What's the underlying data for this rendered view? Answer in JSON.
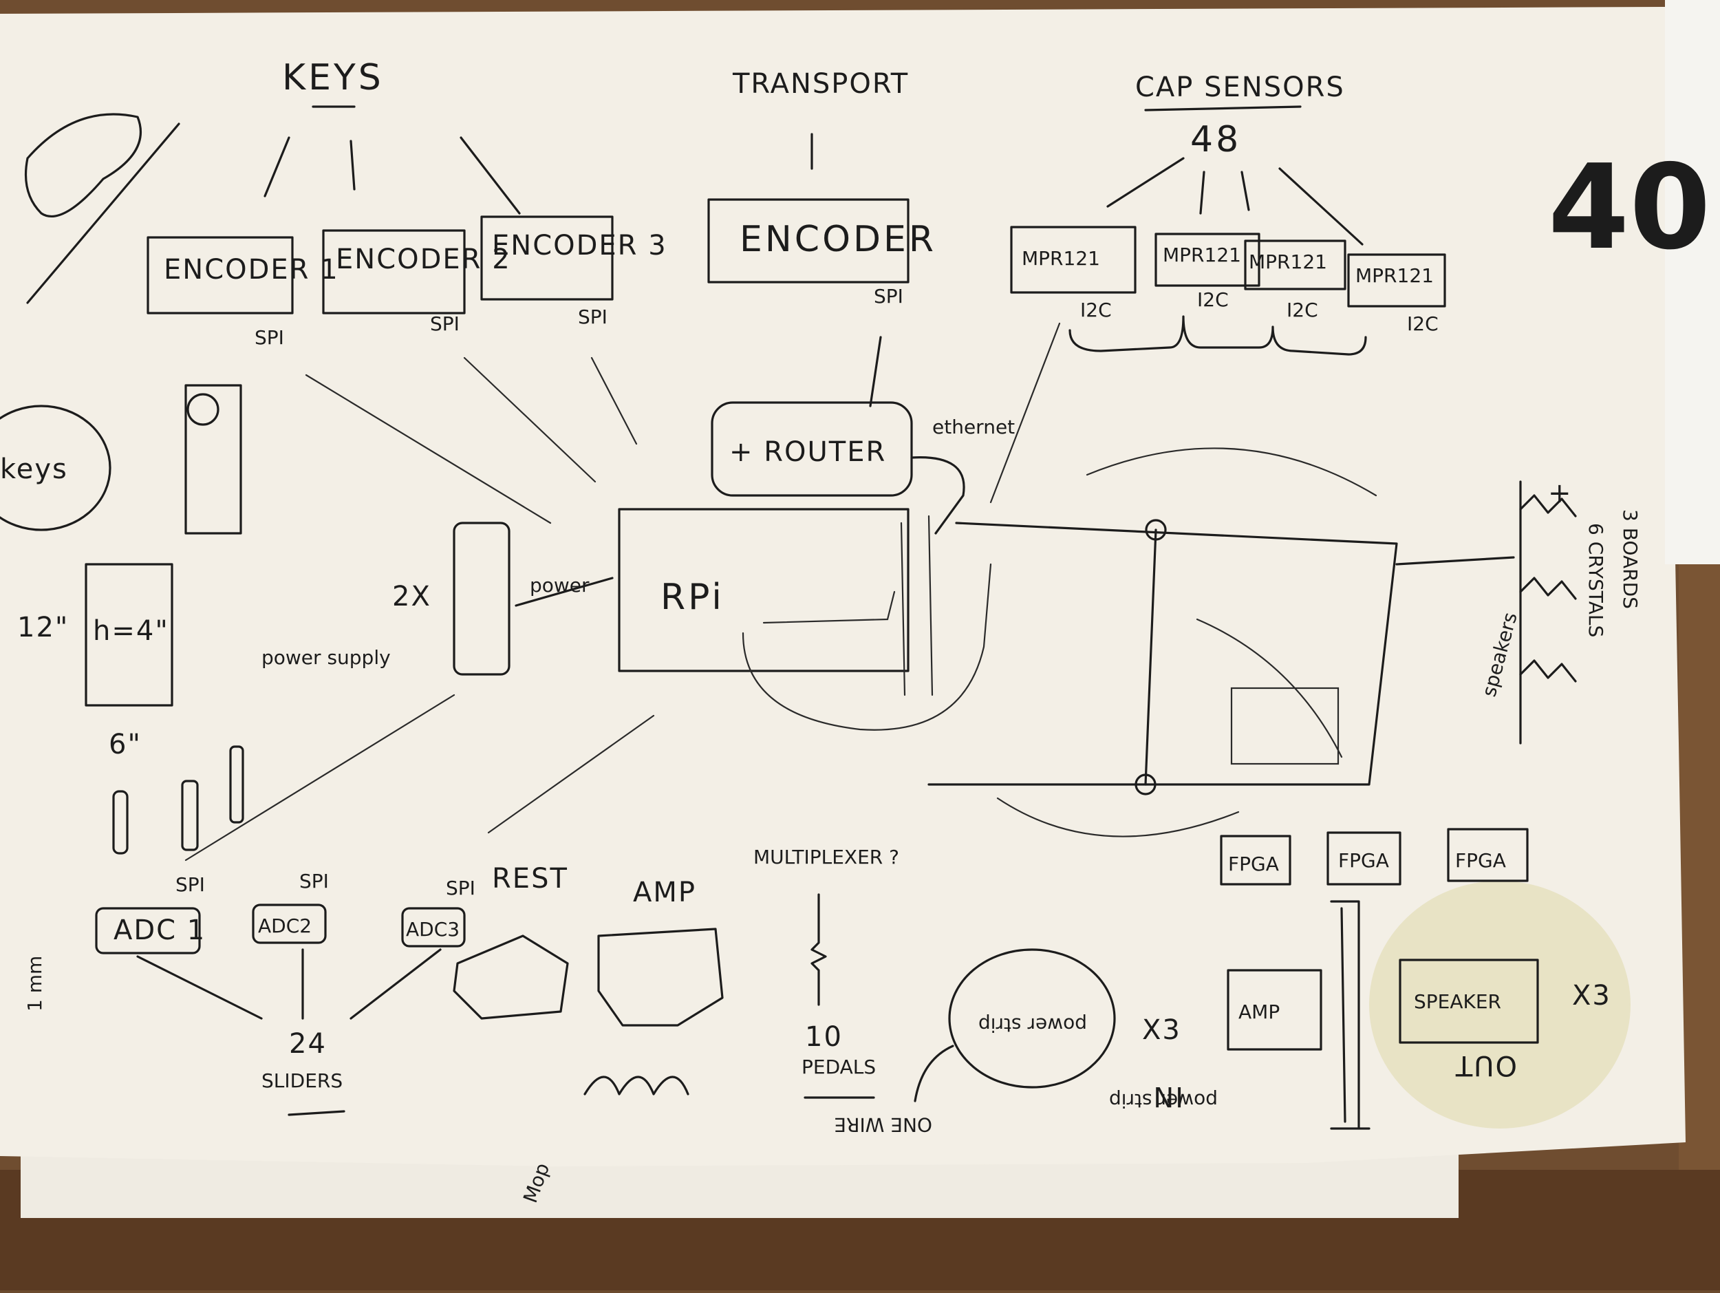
{
  "headers": {
    "keys": "KEYS",
    "transport": "TRANSPORT",
    "cap_sensors": "CAP SENSORS",
    "cap_count": "48"
  },
  "encoders": {
    "e1": "ENCODER 1",
    "e2": "ENCODER 2",
    "e3": "ENCODER 3",
    "transport": "ENCODER",
    "spi1": "SPI",
    "spi2": "SPI",
    "spi3": "SPI",
    "spi4": "SPI"
  },
  "mpr": {
    "m1": "MPR121",
    "m2": "MPR121",
    "m3": "MPR121",
    "m4": "MPR121",
    "i1": "I2C",
    "i2": "I2C",
    "i3": "I2C",
    "i4": "I2C"
  },
  "router": {
    "label": "+ ROUTER",
    "ethernet": "ethernet"
  },
  "rpi": {
    "label": "RPi"
  },
  "power": {
    "supply": "power supply",
    "two_x": "2X",
    "arrow": "power"
  },
  "left": {
    "keys": "keys",
    "dim12": "12\"",
    "h4": "h=4\"",
    "dim6": "6\"",
    "imm": "1 mm"
  },
  "adc": {
    "a1": "ADC 1",
    "a2": "ADC2",
    "a3": "ADC3",
    "spi_a": "SPI",
    "spi_b": "SPI",
    "spi_c": "SPI",
    "rest": "REST",
    "sliders_count": "24",
    "sliders": "SLIDERS"
  },
  "amp": {
    "main": "AMP",
    "small": "AMP",
    "x3": "X3"
  },
  "mux": {
    "label": "MULTIPLEXER ?",
    "pedals_count": "10",
    "pedals": "PEDALS",
    "one_wire": "ONE WIRE"
  },
  "power_strip": {
    "label": "power strip",
    "rev": "power strip"
  },
  "fpga": {
    "f1": "FPGA",
    "f2": "FPGA",
    "f3": "FPGA"
  },
  "speaker": {
    "label": "SPEAKER",
    "x3": "X3",
    "out": "OUT",
    "in": "IN"
  },
  "right": {
    "boards": "3 BOARDS",
    "plus": "+",
    "crystals": "6 CRYSTALS",
    "speakers": "speakers",
    "stamp": "40"
  },
  "bottom": {
    "mop": "Mop"
  }
}
